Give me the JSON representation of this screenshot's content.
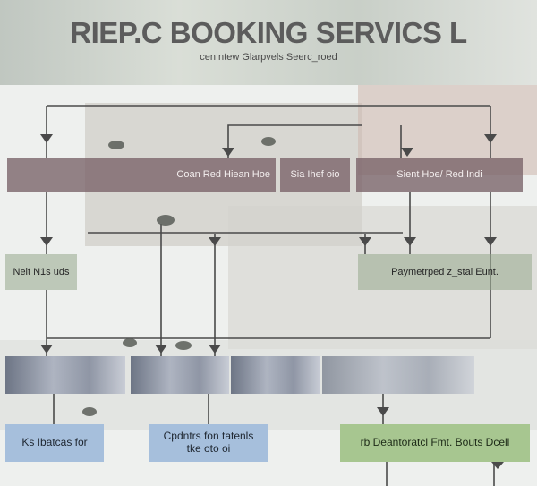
{
  "header": {
    "title": "RIEP.C BOOKING SERVICS L",
    "subtitle": "cen ntew  Glarpvels Seerc_roed"
  },
  "row1": {
    "left_box": "",
    "center_box_a": "Coan  Red  Hiean  Hoe",
    "center_box_b": "Sia  Ihef  oio",
    "right_box": "Sient  Hoe/  Red Indi"
  },
  "row2": {
    "left_box": "Nelt  N1s  uds",
    "right_box": "Paymetrped   z_stal  Eunt."
  },
  "row4": {
    "left_box": "Ks  Ibatcas  for",
    "center_box_line1": "Cpdntrs  fon  tatenls",
    "center_box_line2": "tke  oto  oi",
    "right_box": "rb  Deantoratcl  Fmt.   Bouts  Dcell"
  },
  "colors": {
    "rose": "#7a6268",
    "blue": "#a6bfdc",
    "green": "#a7c690",
    "wire": "#4a4a4a"
  }
}
